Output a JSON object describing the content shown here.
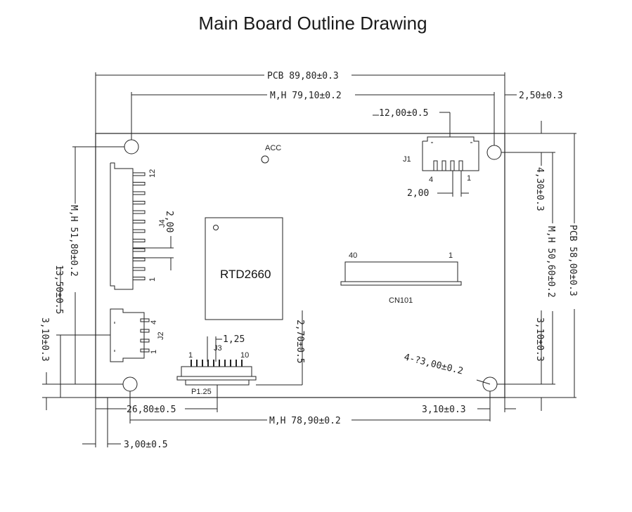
{
  "title": "Main Board Outline Drawing",
  "chip": "RTD2660",
  "labels": {
    "acc": "ACC",
    "j1": "J1",
    "j1_pin4": "4",
    "j1_pin1": "1",
    "j2": "J2",
    "j2_pin4": "4",
    "j2_pin1": "1",
    "j3": "J3",
    "j3_pin1": "1",
    "j3_pin10": "10",
    "j4": "J4",
    "j4_pin12": "12",
    "j4_pin1": "1",
    "cn101": "CN101",
    "cn101_pin40": "40",
    "cn101_pin1": "1",
    "p125": "P1.25"
  },
  "dimensions": {
    "pcb_width": "PCB 89,80±0.3",
    "mh_top": "M,H 79,10±0.2",
    "right_offset": "2,50±0.3",
    "j1_offset": "12,00±0.5",
    "j1_pitch": "2,00",
    "j4_pitch": "2,00",
    "j3_pitch": "1,25",
    "right_top": "4,30±0.3",
    "mh_right": "M,H 50,60±0.2",
    "pcb_height": "PCB 58,00±0.3",
    "right_bottom": "3,10±0.3",
    "j3_edge": "2,70±0.5",
    "holes": "4-?3,00±0.2",
    "mh_left": "M,H 51,80±0.2",
    "left_j2": "13,50±0.5",
    "left_bottom": "3,10±0.3",
    "bottom_j3": "26,80±0.5",
    "bottom_right": "3,10±0.3",
    "mh_bottom": "M,H 78,90±0.2",
    "bottom_left": "3,00±0.5"
  }
}
